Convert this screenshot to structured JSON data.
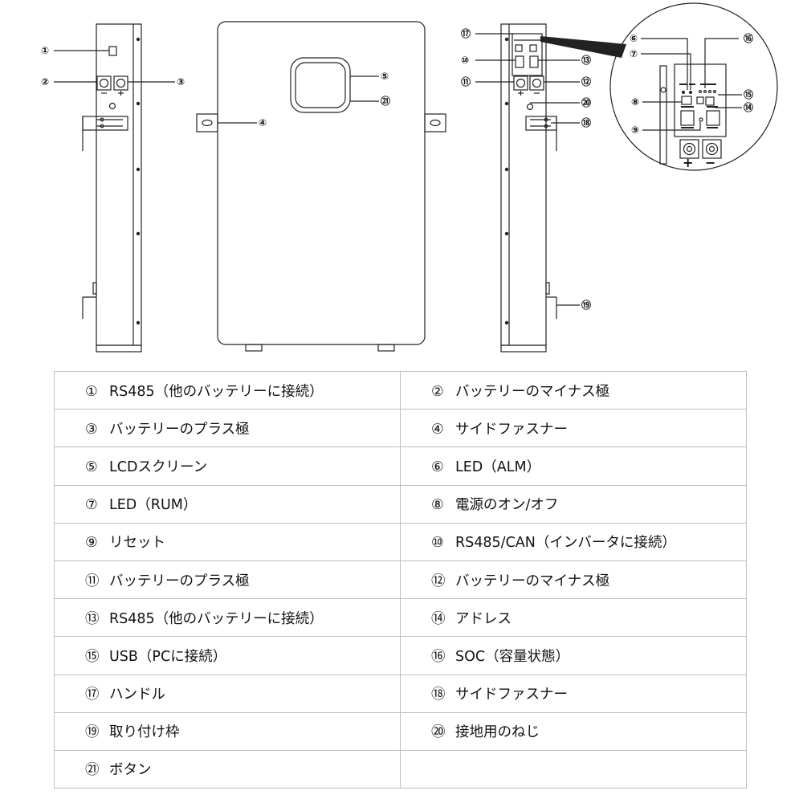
{
  "callouts": {
    "c1": "①",
    "c2": "②",
    "c3": "③",
    "c4": "④",
    "c5": "⑤",
    "c6": "⑥",
    "c7": "⑦",
    "c8": "⑧",
    "c9": "⑨",
    "c10": "⑩",
    "c11": "⑪",
    "c12": "⑫",
    "c13": "⑬",
    "c14": "⑭",
    "c15": "⑮",
    "c16": "⑯",
    "c17": "⑰",
    "c18": "⑱",
    "c19": "⑲",
    "c20": "⑳",
    "c21": "㉑"
  },
  "terminal_signs": {
    "minus": "−",
    "plus": "+"
  },
  "legend": {
    "rows": [
      [
        {
          "num": "①",
          "text": "RS485（他のバッテリーに接続）"
        },
        {
          "num": "②",
          "text": "バッテリーのマイナス極"
        }
      ],
      [
        {
          "num": "③",
          "text": "バッテリーのプラス極"
        },
        {
          "num": "④",
          "text": "サイドファスナー"
        }
      ],
      [
        {
          "num": "⑤",
          "text": "LCDスクリーン"
        },
        {
          "num": "⑥",
          "text": "LED（ALM）"
        }
      ],
      [
        {
          "num": "⑦",
          "text": "LED（RUM）"
        },
        {
          "num": "⑧",
          "text": "電源のオン/オフ"
        }
      ],
      [
        {
          "num": "⑨",
          "text": "リセット"
        },
        {
          "num": "⑩",
          "text": "RS485/CAN（インバータに接続）"
        }
      ],
      [
        {
          "num": "⑪",
          "text": "バッテリーのプラス極"
        },
        {
          "num": "⑫",
          "text": "バッテリーのマイナス極"
        }
      ],
      [
        {
          "num": "⑬",
          "text": "RS485（他のバッテリーに接続）"
        },
        {
          "num": "⑭",
          "text": "アドレス"
        }
      ],
      [
        {
          "num": "⑮",
          "text": "USB（PCに接続）"
        },
        {
          "num": "⑯",
          "text": "SOC（容量状態）"
        }
      ],
      [
        {
          "num": "⑰",
          "text": "ハンドル"
        },
        {
          "num": "⑱",
          "text": "サイドファスナー"
        }
      ],
      [
        {
          "num": "⑲",
          "text": "取り付け枠"
        },
        {
          "num": "⑳",
          "text": "接地用のねじ"
        }
      ],
      [
        {
          "num": "㉑",
          "text": "ボタン"
        },
        {
          "num": "",
          "text": ""
        }
      ]
    ]
  }
}
